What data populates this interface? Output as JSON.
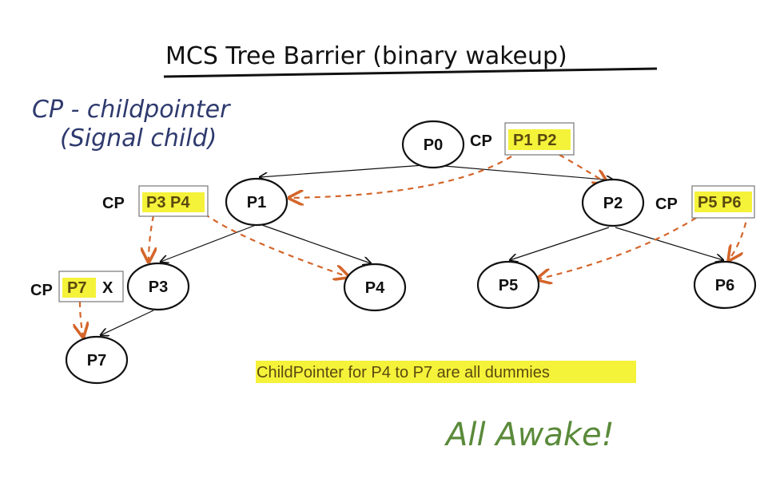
{
  "title": "MCS Tree Barrier (binary wakeup)",
  "legend": {
    "line1": "CP - childpointer",
    "line2": "(Signal child)"
  },
  "cp_label": "CP",
  "nodes": {
    "p0": "P0",
    "p1": "P1",
    "p2": "P2",
    "p3": "P3",
    "p4": "P4",
    "p5": "P5",
    "p6": "P6",
    "p7": "P7"
  },
  "cp_boxes": {
    "p0": "P1 P2",
    "p1": "P3 P4",
    "p2": "P5 P6",
    "p3": "P7",
    "p3_null": "X"
  },
  "note": "ChildPointer for P4 to P7 are all dummies",
  "status": "All Awake!",
  "colors": {
    "highlight": "#f5f23a",
    "arrow_dashed": "#d4652a",
    "edge": "#111111",
    "ink_blue": "#2e3a6e",
    "ink_green": "#5a8a3a"
  }
}
